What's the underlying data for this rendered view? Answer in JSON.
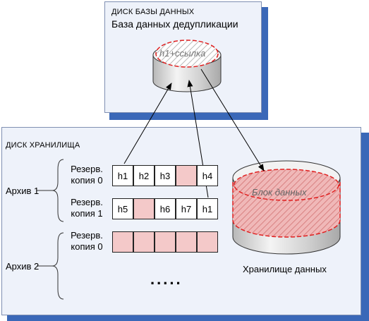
{
  "db_disk": {
    "title": "ДИСК БАЗЫ ДАННЫХ",
    "db_name": "База данных дедупликации",
    "record_label": "h1+ссылка"
  },
  "storage_disk": {
    "title": "ДИСК ХРАНИЛИЩА",
    "archive1": {
      "label": "Архив 1",
      "backup0": {
        "line1": "Резерв.",
        "line2": "копия 0",
        "cells": [
          "h1",
          "h2",
          "h3",
          "",
          "h4"
        ]
      },
      "backup1": {
        "line1": "Резерв.",
        "line2": "копия 1",
        "cells": [
          "h5",
          "",
          "h6",
          "h7",
          "h1"
        ]
      }
    },
    "archive2": {
      "label": "Архив 2",
      "backup0": {
        "line1": "Резерв.",
        "line2": "копия 0",
        "cells": [
          "",
          "",
          "",
          "",
          ""
        ]
      },
      "ellipsis": "....."
    },
    "storage_label": "Хранилище данных",
    "block_label": "Блок данных"
  },
  "colors": {
    "panel": "#eef2fa",
    "shadow": "#3a68b8",
    "pink": "#f4c9c9",
    "dash_red": "#e02020"
  }
}
